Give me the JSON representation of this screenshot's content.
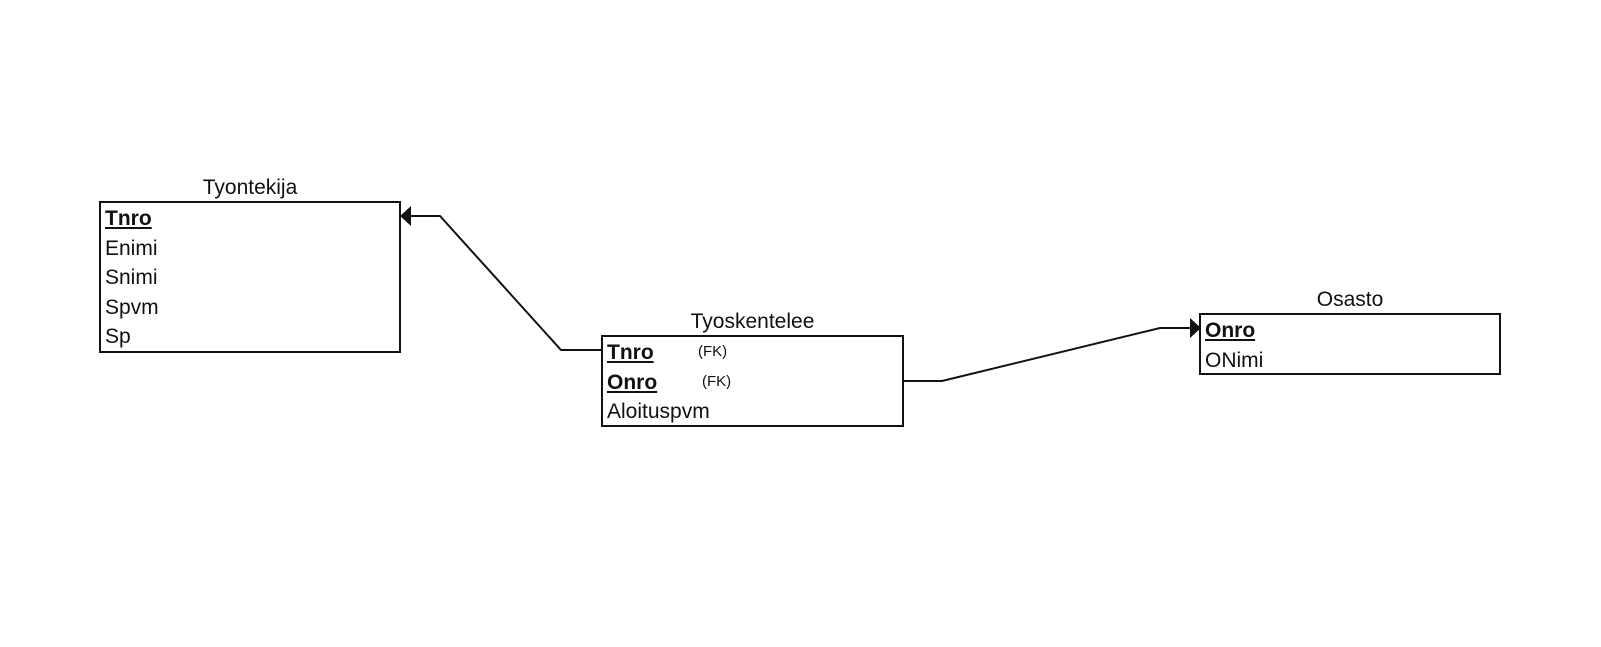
{
  "entities": {
    "tyontekija": {
      "title": "Tyontekija",
      "attributes": [
        {
          "name": "Tnro",
          "pk": true
        },
        {
          "name": "Enimi"
        },
        {
          "name": "Snimi"
        },
        {
          "name": "Spvm"
        },
        {
          "name": "Sp"
        }
      ]
    },
    "tyoskentelee": {
      "title": "Tyoskentelee",
      "attributes": [
        {
          "name": "Tnro",
          "pk": true,
          "fk": "(FK)"
        },
        {
          "name": "Onro",
          "pk": true,
          "fk": "(FK)"
        },
        {
          "name": "Aloituspvm"
        }
      ]
    },
    "osasto": {
      "title": "Osasto",
      "attributes": [
        {
          "name": "Onro",
          "pk": true
        },
        {
          "name": "ONimi"
        }
      ]
    }
  },
  "relationships": [
    {
      "from": "Tyoskentelee.Tnro",
      "to": "Tyontekija.Tnro"
    },
    {
      "from": "Tyoskentelee.Onro",
      "to": "Osasto.Onro"
    }
  ]
}
